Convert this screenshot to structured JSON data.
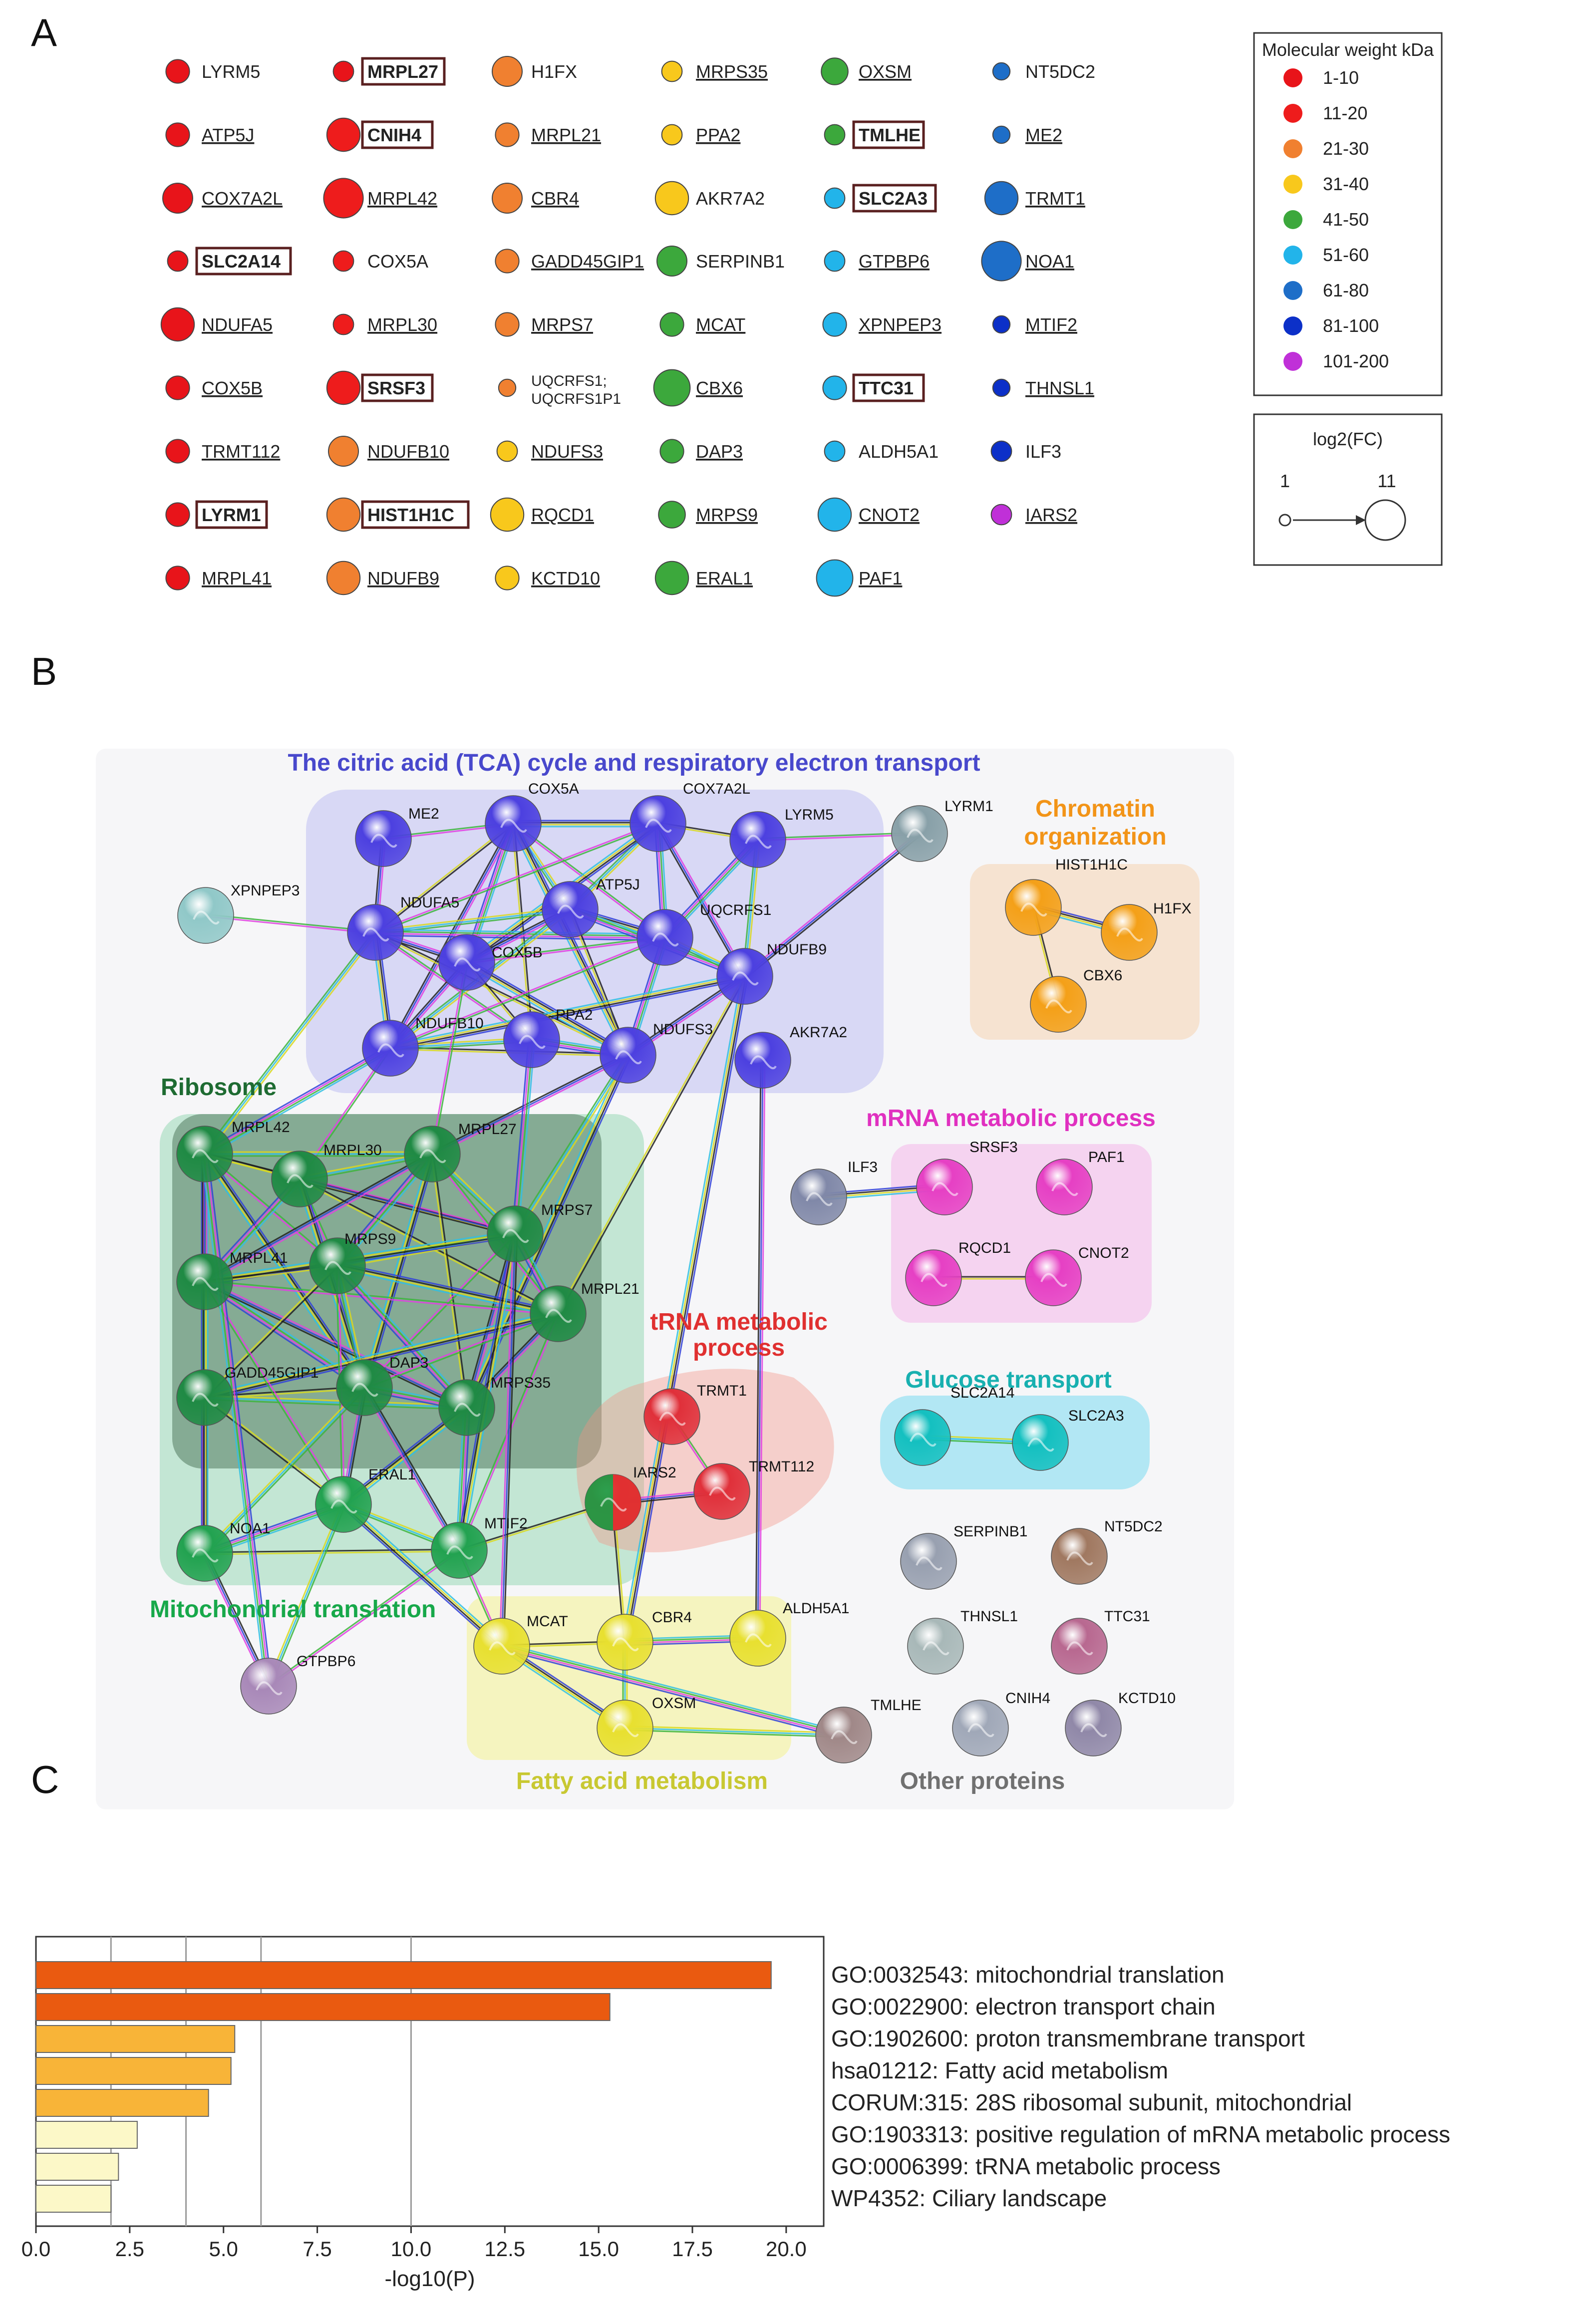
{
  "panels": {
    "a": "A",
    "b": "B",
    "c": "C"
  },
  "colors": {
    "mw_1_10": "#e8141a",
    "mw_11_20": "#e8141a",
    "mw_21_30": "#f08030",
    "mw_31_40": "#f8c81c",
    "mw_41_50": "#3ca83c",
    "mw_51_60": "#22b4ea",
    "mw_61_80": "#1e6ec8",
    "mw_81_100": "#0c30c8",
    "mw_101_200": "#b028d0",
    "tca": "#4848cc",
    "chromatin": "#f29418",
    "ribosome": "#1e6b32",
    "mito_translation": "#17a84a",
    "mrna": "#e030c0",
    "trna": "#e03030",
    "glucose": "#18b0b0",
    "fatty": "#c8c832",
    "other": "#707070",
    "bar_red": "#ea5a10",
    "bar_orange": "#f8b438",
    "bar_yellow": "#fcf8c8"
  },
  "panel_a": {
    "legend_mw": {
      "title": "Molecular weight kDa",
      "items": [
        {
          "label": "1-10",
          "color": "#e8141a"
        },
        {
          "label": "11-20",
          "color": "#ee1c1c"
        },
        {
          "label": "21-30",
          "color": "#f08030"
        },
        {
          "label": "31-40",
          "color": "#f8c81c"
        },
        {
          "label": "41-50",
          "color": "#3ca83c"
        },
        {
          "label": "51-60",
          "color": "#22b4ea"
        },
        {
          "label": "61-80",
          "color": "#1e6ec8"
        },
        {
          "label": "81-100",
          "color": "#0c30c8"
        },
        {
          "label": "101-200",
          "color": "#c030d8"
        }
      ]
    },
    "legend_fc": {
      "title": "log2(FC)",
      "min": "1",
      "max": "11"
    },
    "columns": [
      [
        {
          "name": "LYRM5",
          "mw": "1-10",
          "fc": 3,
          "underline": false,
          "boxed": false
        },
        {
          "name": "ATP5J",
          "mw": "1-10",
          "fc": 3,
          "underline": true,
          "boxed": false
        },
        {
          "name": "COX7A2L",
          "mw": "1-10",
          "fc": 5,
          "underline": true,
          "boxed": false
        },
        {
          "name": "SLC2A14",
          "mw": "1-10",
          "fc": 2,
          "underline": false,
          "boxed": true
        },
        {
          "name": "NDUFA5",
          "mw": "1-10",
          "fc": 6,
          "underline": true,
          "boxed": false
        },
        {
          "name": "COX5B",
          "mw": "1-10",
          "fc": 3,
          "underline": true,
          "boxed": false
        },
        {
          "name": "TRMT112",
          "mw": "1-10",
          "fc": 3,
          "underline": true,
          "boxed": false
        },
        {
          "name": "LYRM1",
          "mw": "1-10",
          "fc": 3,
          "underline": false,
          "boxed": true
        },
        {
          "name": "MRPL41",
          "mw": "1-10",
          "fc": 3,
          "underline": true,
          "boxed": false
        }
      ],
      [
        {
          "name": "MRPL27",
          "mw": "1-10",
          "fc": 2,
          "underline": false,
          "boxed": true
        },
        {
          "name": "CNIH4",
          "mw": "11-20",
          "fc": 6,
          "underline": false,
          "boxed": true
        },
        {
          "name": "MRPL42",
          "mw": "11-20",
          "fc": 8,
          "underline": true,
          "boxed": false
        },
        {
          "name": "COX5A",
          "mw": "11-20",
          "fc": 2,
          "underline": false,
          "boxed": false
        },
        {
          "name": "MRPL30",
          "mw": "11-20",
          "fc": 2,
          "underline": true,
          "boxed": false
        },
        {
          "name": "SRSF3",
          "mw": "11-20",
          "fc": 6,
          "underline": false,
          "boxed": true
        },
        {
          "name": "NDUFB10",
          "mw": "21-30",
          "fc": 5,
          "underline": true,
          "boxed": false
        },
        {
          "name": "HIST1H1C",
          "mw": "21-30",
          "fc": 6,
          "underline": false,
          "boxed": true
        },
        {
          "name": "NDUFB9",
          "mw": "21-30",
          "fc": 6,
          "underline": true,
          "boxed": false
        }
      ],
      [
        {
          "name": "H1FX",
          "mw": "21-30",
          "fc": 5,
          "underline": false,
          "boxed": false
        },
        {
          "name": "MRPL21",
          "mw": "21-30",
          "fc": 3,
          "underline": true,
          "boxed": false
        },
        {
          "name": "CBR4",
          "mw": "21-30",
          "fc": 5,
          "underline": true,
          "boxed": false
        },
        {
          "name": "GADD45GIP1",
          "mw": "21-30",
          "fc": 3,
          "underline": true,
          "boxed": false
        },
        {
          "name": "MRPS7",
          "mw": "21-30",
          "fc": 3,
          "underline": true,
          "boxed": false
        },
        {
          "name": "UQCRFS1;",
          "name2": "UQCRFS1P1",
          "mw": "21-30",
          "fc": 1,
          "underline": false,
          "boxed": false
        },
        {
          "name": "NDUFS3",
          "mw": "31-40",
          "fc": 2,
          "underline": true,
          "boxed": false
        },
        {
          "name": "RQCD1",
          "mw": "31-40",
          "fc": 6,
          "underline": true,
          "boxed": false
        },
        {
          "name": "KCTD10",
          "mw": "31-40",
          "fc": 3,
          "underline": true,
          "boxed": false
        }
      ],
      [
        {
          "name": "MRPS35",
          "mw": "31-40",
          "fc": 2,
          "underline": true,
          "boxed": false
        },
        {
          "name": "PPA2",
          "mw": "31-40",
          "fc": 2,
          "underline": true,
          "boxed": false
        },
        {
          "name": "AKR7A2",
          "mw": "31-40",
          "fc": 6,
          "underline": false,
          "boxed": false
        },
        {
          "name": "SERPINB1",
          "mw": "41-50",
          "fc": 5,
          "underline": false,
          "boxed": false
        },
        {
          "name": "MCAT",
          "mw": "41-50",
          "fc": 3,
          "underline": true,
          "boxed": false
        },
        {
          "name": "CBX6",
          "mw": "41-50",
          "fc": 7,
          "underline": true,
          "boxed": false
        },
        {
          "name": "DAP3",
          "mw": "41-50",
          "fc": 3,
          "underline": true,
          "boxed": false
        },
        {
          "name": "MRPS9",
          "mw": "41-50",
          "fc": 4,
          "underline": true,
          "boxed": false
        },
        {
          "name": "ERAL1",
          "mw": "41-50",
          "fc": 6,
          "underline": true,
          "boxed": false
        }
      ],
      [
        {
          "name": "OXSM",
          "mw": "41-50",
          "fc": 4,
          "underline": true,
          "boxed": false
        },
        {
          "name": "TMLHE",
          "mw": "41-50",
          "fc": 2,
          "underline": false,
          "boxed": true
        },
        {
          "name": "SLC2A3",
          "mw": "51-60",
          "fc": 2,
          "underline": false,
          "boxed": true
        },
        {
          "name": "GTPBP6",
          "mw": "51-60",
          "fc": 2,
          "underline": true,
          "boxed": false
        },
        {
          "name": "XPNPEP3",
          "mw": "51-60",
          "fc": 3,
          "underline": true,
          "boxed": false
        },
        {
          "name": "TTC31",
          "mw": "51-60",
          "fc": 3,
          "underline": false,
          "boxed": true
        },
        {
          "name": "ALDH5A1",
          "mw": "51-60",
          "fc": 2,
          "underline": false,
          "boxed": false
        },
        {
          "name": "CNOT2",
          "mw": "51-60",
          "fc": 6,
          "underline": true,
          "boxed": false
        },
        {
          "name": "PAF1",
          "mw": "51-60",
          "fc": 7,
          "underline": true,
          "boxed": false
        }
      ],
      [
        {
          "name": "NT5DC2",
          "mw": "61-80",
          "fc": 1,
          "underline": false,
          "boxed": false
        },
        {
          "name": "ME2",
          "mw": "61-80",
          "fc": 1,
          "underline": true,
          "boxed": false
        },
        {
          "name": "TRMT1",
          "mw": "61-80",
          "fc": 6,
          "underline": true,
          "boxed": false
        },
        {
          "name": "NOA1",
          "mw": "61-80",
          "fc": 8,
          "underline": true,
          "boxed": false
        },
        {
          "name": "MTIF2",
          "mw": "81-100",
          "fc": 1,
          "underline": true,
          "boxed": false
        },
        {
          "name": "THNSL1",
          "mw": "81-100",
          "fc": 1,
          "underline": true,
          "boxed": false
        },
        {
          "name": "ILF3",
          "mw": "81-100",
          "fc": 2,
          "underline": false,
          "boxed": false
        },
        {
          "name": "IARS2",
          "mw": "101-200",
          "fc": 2,
          "underline": true,
          "boxed": false
        }
      ]
    ]
  },
  "panel_b": {
    "groups": [
      {
        "id": "tca",
        "title": "The citric acid (TCA) cycle and respiratory electron transport"
      },
      {
        "id": "chromatin",
        "title": "Chromatin",
        "title2": "organization"
      },
      {
        "id": "ribosome",
        "title": "Ribosome"
      },
      {
        "id": "mrna",
        "title": "mRNA metabolic process"
      },
      {
        "id": "trna",
        "title": "tRNA metabolic",
        "title2": "process"
      },
      {
        "id": "glucose",
        "title": "Glucose transport"
      },
      {
        "id": "mito",
        "title": "Mitochondrial translation"
      },
      {
        "id": "fatty",
        "title": "Fatty acid metabolism"
      },
      {
        "id": "other",
        "title": "Other proteins"
      }
    ],
    "nodes": [
      {
        "id": "ME2",
        "group": "tca"
      },
      {
        "id": "COX5A",
        "group": "tca"
      },
      {
        "id": "COX7A2L",
        "group": "tca"
      },
      {
        "id": "LYRM5",
        "group": "tca"
      },
      {
        "id": "NDUFA5",
        "group": "tca"
      },
      {
        "id": "ATP5J",
        "group": "tca"
      },
      {
        "id": "COX5B",
        "group": "tca"
      },
      {
        "id": "UQCRFS1",
        "group": "tca"
      },
      {
        "id": "NDUFB9",
        "group": "tca"
      },
      {
        "id": "NDUFB10",
        "group": "tca"
      },
      {
        "id": "PPA2",
        "group": "tca"
      },
      {
        "id": "NDUFS3",
        "group": "tca"
      },
      {
        "id": "AKR7A2",
        "group": "tca"
      },
      {
        "id": "LYRM1",
        "group": "other"
      },
      {
        "id": "XPNPEP3",
        "group": "other"
      },
      {
        "id": "HIST1H1C",
        "group": "chromatin"
      },
      {
        "id": "H1FX",
        "group": "chromatin"
      },
      {
        "id": "CBX6",
        "group": "chromatin"
      },
      {
        "id": "MRPL42",
        "group": "ribosome"
      },
      {
        "id": "MRPL30",
        "group": "ribosome"
      },
      {
        "id": "MRPL27",
        "group": "ribosome"
      },
      {
        "id": "MRPS7",
        "group": "ribosome"
      },
      {
        "id": "MRPL41",
        "group": "ribosome"
      },
      {
        "id": "MRPS9",
        "group": "ribosome"
      },
      {
        "id": "MRPL21",
        "group": "ribosome"
      },
      {
        "id": "GADD45GIP1",
        "group": "ribosome"
      },
      {
        "id": "DAP3",
        "group": "ribosome"
      },
      {
        "id": "MRPS35",
        "group": "ribosome"
      },
      {
        "id": "ERAL1",
        "group": "mito"
      },
      {
        "id": "NOA1",
        "group": "mito"
      },
      {
        "id": "MTIF2",
        "group": "mito"
      },
      {
        "id": "GTPBP6",
        "group": "other"
      },
      {
        "id": "ILF3",
        "group": "other"
      },
      {
        "id": "SRSF3",
        "group": "mrna"
      },
      {
        "id": "PAF1",
        "group": "mrna"
      },
      {
        "id": "RQCD1",
        "group": "mrna"
      },
      {
        "id": "CNOT2",
        "group": "mrna"
      },
      {
        "id": "TRMT1",
        "group": "trna"
      },
      {
        "id": "IARS2",
        "group": "trna"
      },
      {
        "id": "TRMT112",
        "group": "trna"
      },
      {
        "id": "SLC2A14",
        "group": "glucose"
      },
      {
        "id": "SLC2A3",
        "group": "glucose"
      },
      {
        "id": "MCAT",
        "group": "fatty"
      },
      {
        "id": "CBR4",
        "group": "fatty"
      },
      {
        "id": "ALDH5A1",
        "group": "fatty"
      },
      {
        "id": "OXSM",
        "group": "fatty"
      },
      {
        "id": "SERPINB1",
        "group": "other"
      },
      {
        "id": "NT5DC2",
        "group": "other"
      },
      {
        "id": "THNSL1",
        "group": "other"
      },
      {
        "id": "TTC31",
        "group": "other"
      },
      {
        "id": "TMLHE",
        "group": "other"
      },
      {
        "id": "CNIH4",
        "group": "other"
      },
      {
        "id": "KCTD10",
        "group": "other"
      }
    ]
  },
  "chart_data": {
    "type": "bar",
    "orientation": "horizontal",
    "categories": [
      "GO:0032543: mitochondrial translation",
      "GO:0022900: electron transport chain",
      "GO:1902600: proton transmembrane transport",
      "hsa01212: Fatty acid metabolism",
      "CORUM:315: 28S ribosomal subunit, mitochondrial",
      "GO:1903313: positive regulation of mRNA metabolic process",
      "GO:0006399: tRNA metabolic process",
      "WP4352: Ciliary landscape"
    ],
    "values": [
      19.6,
      15.3,
      5.3,
      5.2,
      4.6,
      2.7,
      2.2,
      2.0
    ],
    "bar_colors": [
      "#ea5a10",
      "#ea5a10",
      "#f8b438",
      "#f8b438",
      "#f8b438",
      "#fcf8c8",
      "#fcf8c8",
      "#fcf8c8"
    ],
    "xlabel": "-log10(P)",
    "ylabel": "",
    "xlim": [
      0,
      21
    ],
    "xticks": [
      "0.0",
      "2.5",
      "5.0",
      "7.5",
      "10.0",
      "12.5",
      "15.0",
      "17.5",
      "20.0"
    ],
    "grid_x": [
      2,
      4,
      6,
      10
    ]
  }
}
